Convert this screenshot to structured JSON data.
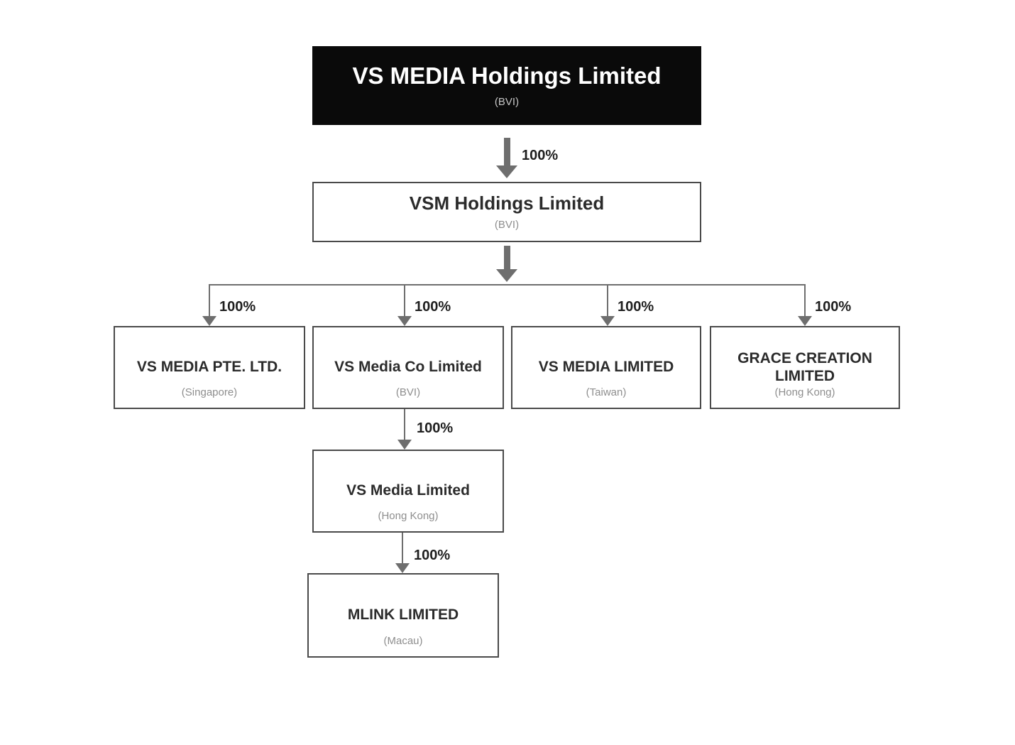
{
  "colors": {
    "root_box_bg": "#0a0a0a",
    "root_box_text": "#ffffff",
    "box_border": "#4a4a4a",
    "box_title_text": "#2b2b2b",
    "box_subtitle_text": "#8e8e8e",
    "connector": "#6e6e6e",
    "edge_label_text": "#1f1f1f"
  },
  "nodes": {
    "root": {
      "name": "VS MEDIA Holdings Limited",
      "jurisdiction": "(BVI)"
    },
    "vsm": {
      "name": "VSM Holdings Limited",
      "jurisdiction": "(BVI)"
    },
    "singapore": {
      "name": "VS MEDIA PTE. LTD.",
      "jurisdiction": "(Singapore)"
    },
    "bvi_co": {
      "name": "VS Media Co Limited",
      "jurisdiction": "(BVI)"
    },
    "taiwan": {
      "name": "VS MEDIA LIMITED",
      "jurisdiction": "(Taiwan)"
    },
    "grace": {
      "name": "GRACE CREATION LIMITED",
      "jurisdiction": "(Hong Kong)"
    },
    "hongkong": {
      "name": "VS Media Limited",
      "jurisdiction": "(Hong Kong)"
    },
    "macau": {
      "name": "MLINK LIMITED",
      "jurisdiction": "(Macau)"
    }
  },
  "edges": {
    "root_to_vsm": {
      "from": "VS MEDIA Holdings Limited",
      "to": "VSM Holdings Limited",
      "label": "100%"
    },
    "vsm_to_singapore": {
      "from": "VSM Holdings Limited",
      "to": "VS MEDIA PTE. LTD.",
      "label": "100%"
    },
    "vsm_to_bvi_co": {
      "from": "VSM Holdings Limited",
      "to": "VS Media Co Limited",
      "label": "100%"
    },
    "vsm_to_taiwan": {
      "from": "VSM Holdings Limited",
      "to": "VS MEDIA LIMITED",
      "label": "100%"
    },
    "vsm_to_grace": {
      "from": "VSM Holdings Limited",
      "to": "GRACE CREATION LIMITED",
      "label": "100%"
    },
    "bvi_co_to_hongkong": {
      "from": "VS Media Co Limited",
      "to": "VS Media Limited",
      "label": "100%"
    },
    "hongkong_to_macau": {
      "from": "VS Media Limited",
      "to": "MLINK LIMITED",
      "label": "100%"
    }
  }
}
